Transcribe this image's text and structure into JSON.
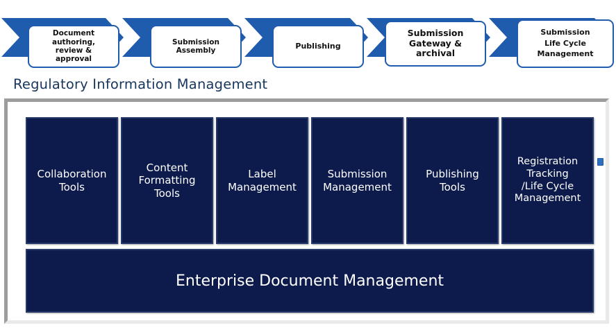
{
  "process_flow": {
    "steps": [
      {
        "label": "Document authoring, review &  approval",
        "lines": [
          "Document authoring,",
          "review &  approval"
        ]
      },
      {
        "label": "Submission Assembly",
        "lines": [
          "Submission Assembly"
        ]
      },
      {
        "label": "Publishing",
        "lines": [
          "Publishing"
        ]
      },
      {
        "label": "Submission Gateway & archival",
        "lines": [
          "Submission",
          "Gateway & archival"
        ]
      },
      {
        "label": "Submission Life Cycle Management",
        "lines": [
          "Submission",
          "Life Cycle",
          "Management"
        ]
      }
    ]
  },
  "section": {
    "title": "Regulatory Information Management"
  },
  "capability_panel": {
    "tiles": [
      {
        "label": "Collaboration Tools",
        "lines": [
          "Collaboration",
          "Tools"
        ]
      },
      {
        "label": "Content Formatting Tools",
        "lines": [
          "Content",
          "Formatting",
          "Tools"
        ]
      },
      {
        "label": "Label Management",
        "lines": [
          "Label",
          "Management"
        ]
      },
      {
        "label": "Submission Management",
        "lines": [
          "Submission",
          "Management"
        ]
      },
      {
        "label": "Publishing Tools",
        "lines": [
          "Publishing",
          "Tools"
        ]
      },
      {
        "label": "Registration Tracking /Life Cycle Management",
        "lines": [
          "Registration",
          "Tracking",
          "/Life Cycle",
          "Management"
        ]
      }
    ],
    "foundation_bar": {
      "label": "Enterprise Document Management"
    }
  },
  "colors": {
    "chevron_blue": "#1f5cad",
    "tile_navy": "#0d1b4c",
    "tile_border": "#26396b",
    "heading_navy": "#17365d",
    "panel_border_dark": "#9d9d9d",
    "panel_border_light": "#e9e9e9",
    "tile_text": "#ffffff",
    "chevron_text": "#111111"
  }
}
